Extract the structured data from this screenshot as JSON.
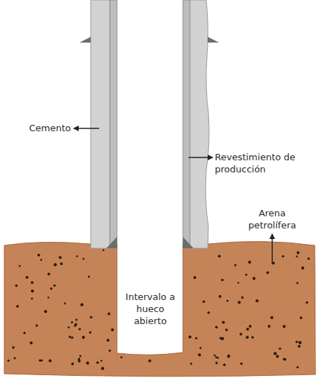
{
  "diagram": {
    "labels": [
      "Cemento",
      "Revestimiento de producción",
      "Arena petrolífera",
      "Intervalo a hueco abierto"
    ]
  }
}
